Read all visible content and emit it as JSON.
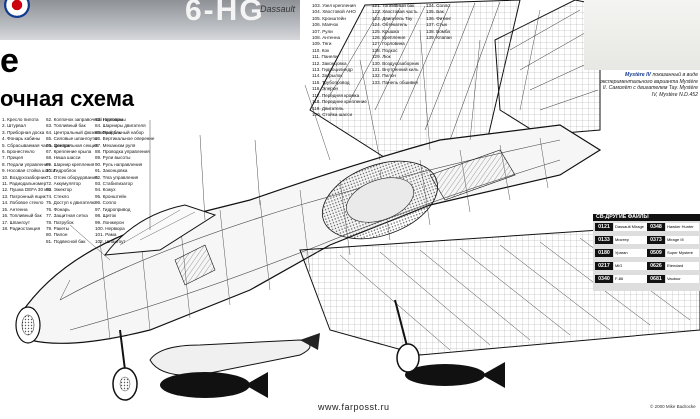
{
  "header": {
    "tail_code": "6-HG",
    "signature": "Dassault",
    "big_letter": "e",
    "title": "очная схема"
  },
  "legend_col1": [
    "1. Кресло пилота",
    "2. Штурвал",
    "3. Приборная доска",
    "4. Фонарь кабины",
    "5. Сбрасываемая часть фонаря",
    "6. Бронестекло",
    "7. Прицел",
    "8. Педали управления",
    "9. Носовая стойка шасси",
    "10. Воздухозаборник",
    "11. Радиодальномер",
    "12. Пушка DEFA 30 мм",
    "13. Патронный ящик",
    "14. Лобовое стекло",
    "15. Антенна",
    "16. Топливный бак",
    "17. Шпангоут",
    "18. Радиостанция"
  ],
  "legend_col2": [
    "62. Колпачок заправочной горловины",
    "63. Топливный бак",
    "64. Центральный фюзеляжный бак",
    "65. Силовые шпангоуты",
    "66. Центральная секция",
    "67. Крепление крыла",
    "68. Ниша шасси",
    "69. Шарнир крепления",
    "70. Гидроблок",
    "71. Отсек оборудования",
    "72. Аккумулятор",
    "73. Эжектор",
    "74. Стекло",
    "75. Доступ к двигателю",
    "76. Фонарь",
    "77. Защитная сетка",
    "78. Патрубок",
    "79. Ракеты",
    "80. Пилон",
    "81. Подвесной бак"
  ],
  "legend_col3": [
    "83. Нервюры",
    "84. Шарниры двигателя",
    "85. Продольный набор",
    "86. Вертикальное оперение",
    "87. Механизм руля",
    "88. Проводка управления",
    "89. Рули высоты",
    "90. Руль направления",
    "91. Законцовка",
    "92. Тяга управления",
    "93. Стабилизатор",
    "94. Кожух",
    "95. Кронштейн",
    "96. Сопло",
    "97. Гидропривод",
    "98. Щиток",
    "99. Лонжерон",
    "100. Нервюра",
    "101. Рама",
    "102. Шпангоут"
  ],
  "legend_col4": [
    "103. Узел крепления",
    "104. Хвостовой АНО",
    "105. Кронштейн",
    "106. Маячок",
    "107. Рули",
    "108. Антенна",
    "109. Тяги",
    "110. Кок",
    "111. Панели",
    "112. Законцовка",
    "113. Гидроцилиндр",
    "114. Закрылок",
    "115. Трубопровод",
    "116. Элерон",
    "117. Передняя кромка",
    "118. Переднее крепление",
    "119. Двигатель",
    "120. Стойка шасси"
  ],
  "legend_col5": [
    "121. Топливный бак",
    "122. Хвостовая часть",
    "123. Двигатель Tay",
    "124. Обтекатель",
    "125. Крышка",
    "126. Крепление",
    "127. Горловина",
    "128. Подкос",
    "129. Люк",
    "130. Воздухозаборник",
    "131. Внутренний киль",
    "132. Пилон",
    "133. Панель обшивки"
  ],
  "legend_col6": [
    "134. Сопло",
    "135. Бак",
    "136. Фитинг",
    "137. Стык",
    "138. Бомба",
    "139. Клапан"
  ],
  "caption": {
    "bold": "Mystère IV",
    "text": "показанный в виде экспериментального варианта Mystère II. Самолёт с двигателем Tay. Mystère IV, Mystère N.D.452"
  },
  "files": {
    "header": "СВ-ДРУГИЕ ФАЙЛЫ",
    "rows": [
      {
        "num": "0121",
        "name": "Dassault Mirage"
      },
      {
        "num": "0133",
        "name": "Мистер"
      },
      {
        "num": "0180",
        "name": "Ураган"
      },
      {
        "num": "0217",
        "name": "MiG"
      },
      {
        "num": "0340",
        "name": "F-86"
      },
      {
        "num": "0348",
        "name": "Hawker Hunter"
      },
      {
        "num": "0373",
        "name": "Mirage III"
      },
      {
        "num": "0509",
        "name": "Super Mystere"
      },
      {
        "num": "0626",
        "name": "Etendard"
      },
      {
        "num": "0681",
        "name": "Vautour"
      }
    ]
  },
  "footer": {
    "url": "www.farposst.ru",
    "copyright": "© 2000 Mike Badrocke"
  }
}
